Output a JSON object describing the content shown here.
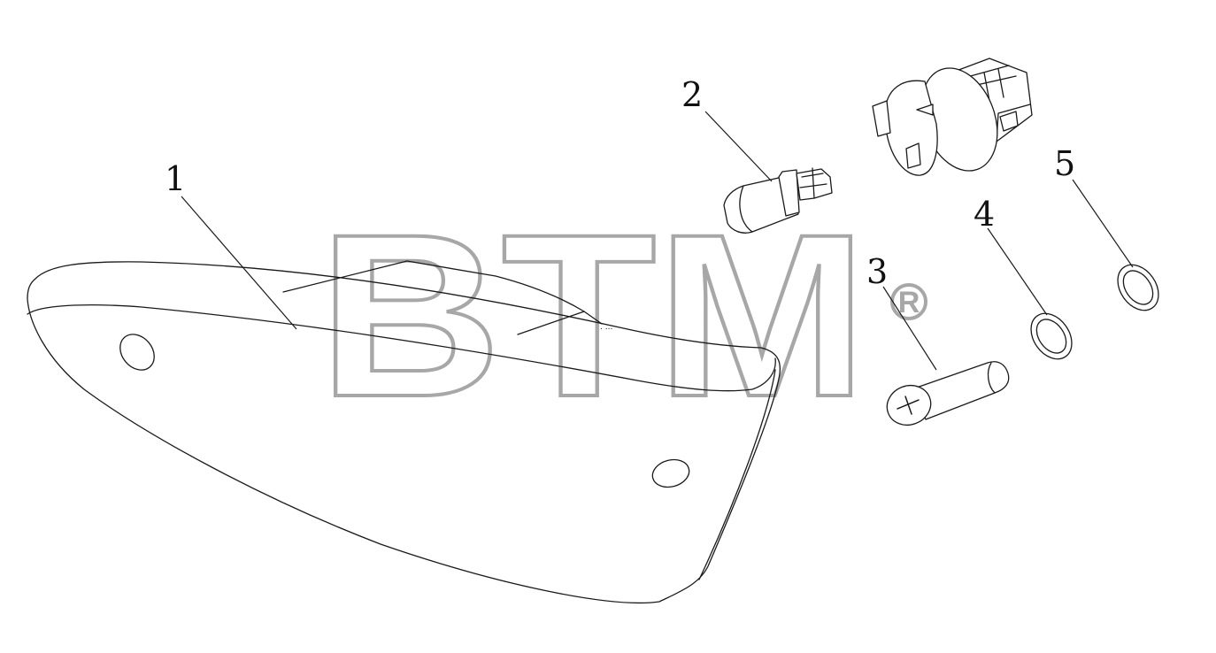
{
  "diagram": {
    "callouts": [
      {
        "id": "1",
        "label": "1"
      },
      {
        "id": "2",
        "label": "2"
      },
      {
        "id": "3",
        "label": "3"
      },
      {
        "id": "4",
        "label": "4"
      },
      {
        "id": "5",
        "label": "5"
      }
    ],
    "watermark": {
      "text": "BTM",
      "mark": "®",
      "color": "#a7a7a7"
    },
    "line_color": "#1a1a1a"
  }
}
